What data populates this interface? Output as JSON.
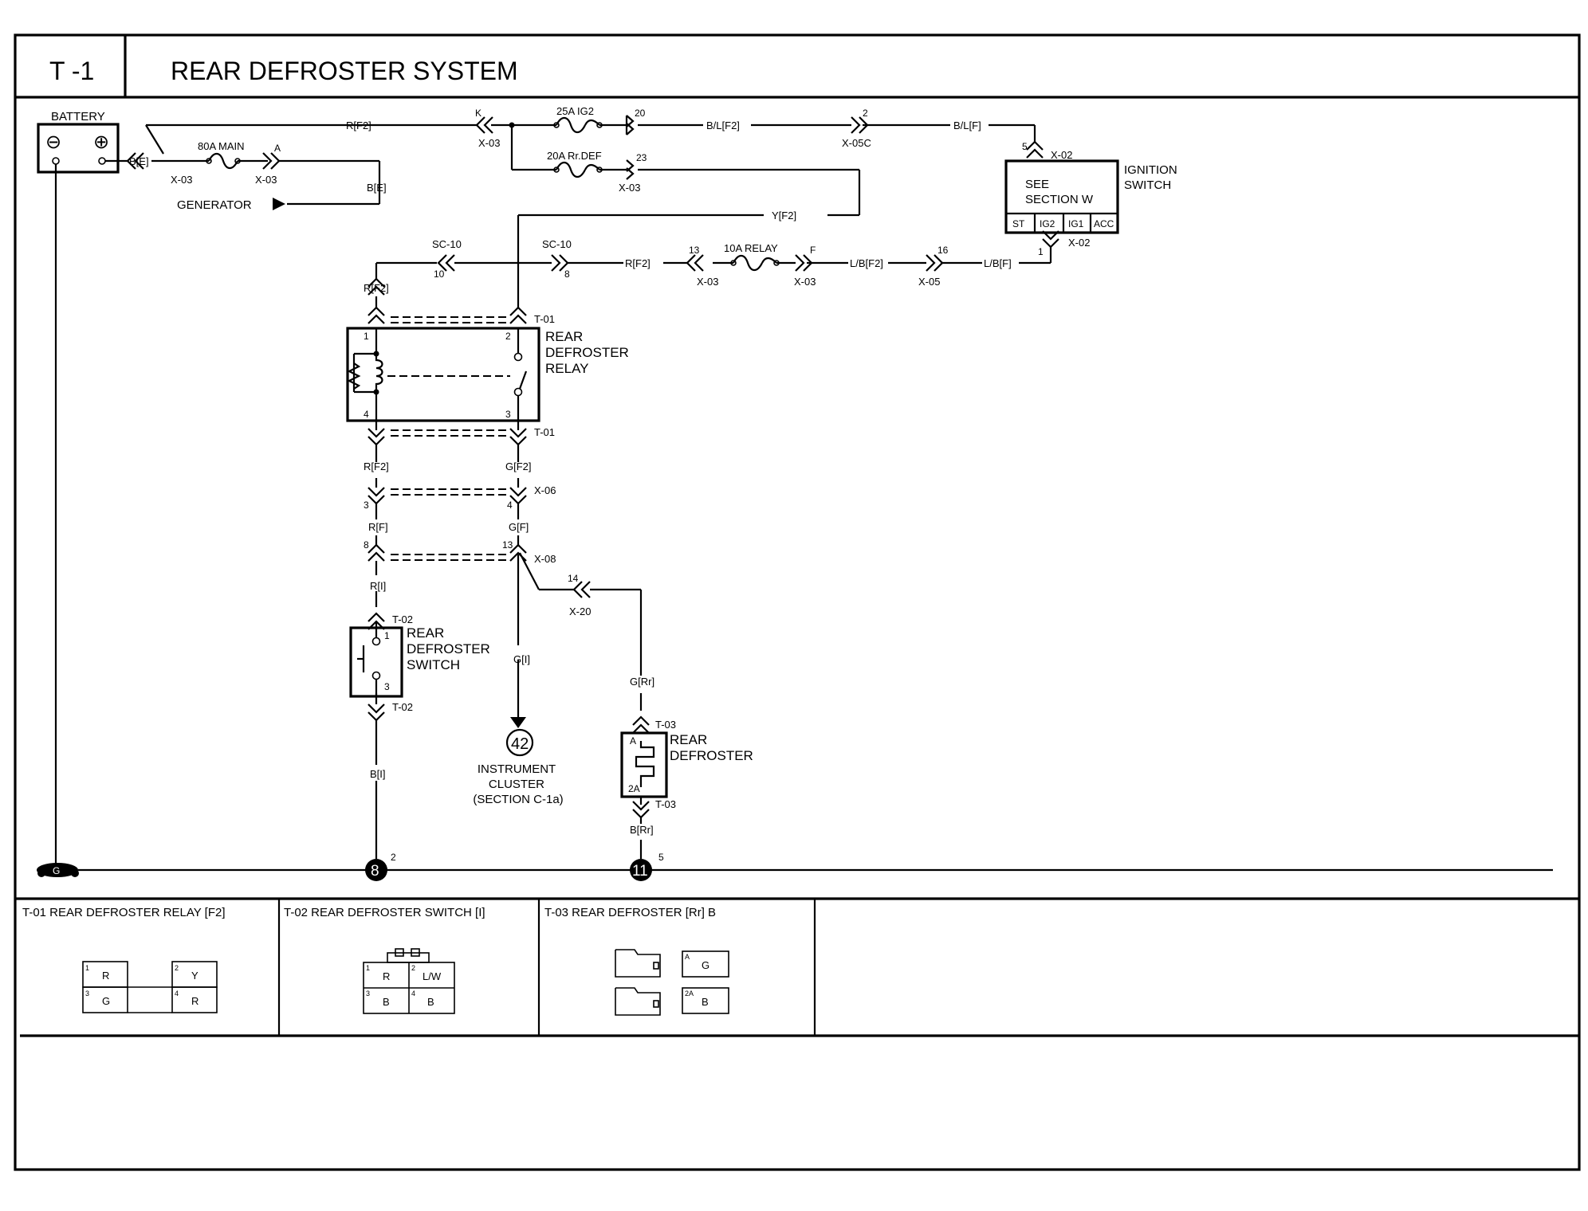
{
  "page": {
    "section_code": "T -1",
    "title": "REAR DEFROSTER SYSTEM"
  },
  "battery": {
    "label": "BATTERY",
    "neg_symbol": "⊖",
    "pos_symbol": "⊕"
  },
  "wires": {
    "r_f2_top": "R[F2]",
    "b_e_batt": "B[E]",
    "b_e_gen": "B[E]",
    "b_l_f2": "B/L[F2]",
    "b_l_f": "B/L[F]",
    "y_f2": "Y[F2]",
    "r_f2_sc": "R[F2]",
    "l_b_f2": "L/B[F2]",
    "l_b_f": "L/B[F]",
    "r_f2_relay_in": "R[F2]",
    "r_f2_relay_out": "R[F2]",
    "g_f2": "G[F2]",
    "r_f": "R[F]",
    "g_f": "G[F]",
    "r_i": "R[I]",
    "g_i": "G[I]",
    "g_rr": "G[Rr]",
    "b_i": "B[I]",
    "b_rr": "B[Rr]"
  },
  "fuses": {
    "main": "80A MAIN",
    "ig2": "25A IG2",
    "rr_def": "20A Rr.DEF",
    "relay": "10A RELAY"
  },
  "connectors": {
    "x03_a": "X-03",
    "x03_b": "X-03",
    "x03_c": "X-03",
    "x03_d": "X-03",
    "x03_e": "X-03",
    "x03_f": "X-03",
    "x05c": "X-05C",
    "x05": "X-05",
    "x02_top": "X-02",
    "x02_bottom": "X-02",
    "x06": "X-06",
    "x08": "X-08",
    "x20": "X-20",
    "t01_top": "T-01",
    "t01_bottom": "T-01",
    "t02_top": "T-02",
    "t02_bottom": "T-02",
    "t03_top": "T-03",
    "t03_bottom": "T-03",
    "sc10_left": "SC-10",
    "sc10_right": "SC-10"
  },
  "pins": {
    "a": "A",
    "k": "K",
    "p20": "20",
    "p23": "23",
    "p2_x05c": "2",
    "p5_x02": "5",
    "p1_x02": "1",
    "p10": "10",
    "p8_sc": "8",
    "p13_x03": "13",
    "f": "F",
    "p16": "16",
    "relay_1": "1",
    "relay_2": "2",
    "relay_3": "3",
    "relay_4": "4",
    "x06_3": "3",
    "x06_4": "4",
    "x08_8": "8",
    "x08_13": "13",
    "x20_14": "14",
    "sw_1": "1",
    "sw_3": "3",
    "def_a": "A",
    "def_2a": "2A",
    "g8_pin": "2",
    "g11_pin": "5"
  },
  "components": {
    "generator": "GENERATOR",
    "ignition_switch": [
      "IGNITION",
      "SWITCH"
    ],
    "see_section": [
      "SEE",
      "SECTION W"
    ],
    "ign_positions": [
      "ST",
      "IG2",
      "IG1",
      "ACC"
    ],
    "relay": [
      "REAR",
      "DEFROSTER",
      "RELAY"
    ],
    "switch": [
      "REAR",
      "DEFROSTER",
      "SWITCH"
    ],
    "defroster": [
      "REAR",
      "DEFROSTER"
    ],
    "cluster_number": "42",
    "cluster": [
      "INSTRUMENT",
      "CLUSTER",
      "(SECTION C-1a)"
    ]
  },
  "grounds": {
    "g_battery": "G",
    "g8": "8",
    "g11": "11"
  },
  "connector_views": [
    {
      "title": "T-01 REAR DEFROSTER RELAY [F2]",
      "cells": [
        {
          "pin": "1",
          "color": "R"
        },
        {
          "pin": "2",
          "color": "Y"
        },
        {
          "pin": "3",
          "color": "G"
        },
        {
          "pin": "4",
          "color": "R"
        }
      ]
    },
    {
      "title": "T-02 REAR DEFROSTER SWITCH [I]",
      "cells": [
        {
          "pin": "1",
          "color": "R"
        },
        {
          "pin": "2",
          "color": "L/W"
        },
        {
          "pin": "3",
          "color": "B"
        },
        {
          "pin": "4",
          "color": "B"
        }
      ]
    },
    {
      "title": "T-03 REAR DEFROSTER [Rr] B",
      "cells": [
        {
          "pin": "A",
          "color": "G"
        },
        {
          "pin": "2A",
          "color": "B"
        }
      ]
    }
  ]
}
